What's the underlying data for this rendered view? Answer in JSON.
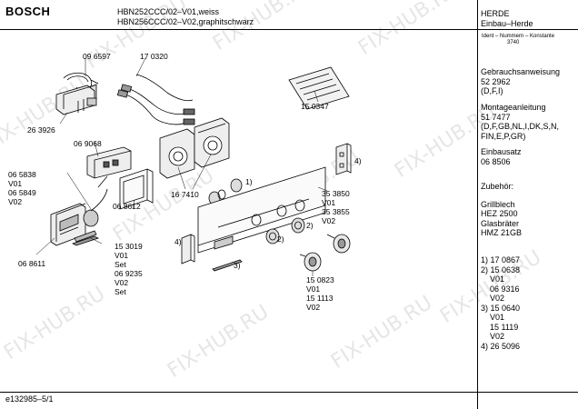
{
  "header": {
    "brand": "BOSCH",
    "model_line_1": "HBN252CCC/02–V01,weiss",
    "model_line_2": "HBN256CCC/02–V02,graphitschwarz"
  },
  "category": {
    "line_1": "HERDE",
    "line_2": "Einbau–Herde"
  },
  "ident": {
    "line_1": "Ident – Nummern – Konstante",
    "line_2": "3740"
  },
  "right_panel": {
    "manual_title": "Gebrauchsanweisung",
    "manual_number": "52 2962",
    "manual_langs": "(D,F,I)",
    "install_title": "Montageanleitung",
    "install_number": "51 7477",
    "install_langs_1": "(D,F,GB,NL,I,DK,S,N,",
    "install_langs_2": "FIN,E,P,GR)",
    "insert_title": "Einbausatz",
    "insert_number": "06 8506",
    "accessories_title": "Zubehör:",
    "acc_1_name": "Grillblech",
    "acc_1_code": "HEZ 2500",
    "acc_2_name": "Glasbräter",
    "acc_2_code": "HMZ 21GB",
    "notes": [
      "1) 17 0867",
      "2) 15 0638",
      "    V01",
      "    06 9316",
      "    V02",
      "3) 15 0640",
      "    V01",
      "    15 1119",
      "    V02",
      "4) 26 5096"
    ]
  },
  "part_labels": {
    "p096597": "09 6597",
    "p170320": "17 0320",
    "p150347": "15 0347",
    "p263926": "26 3926",
    "p069068": "06 9068",
    "p065838": "06 5838",
    "v01a": "V01",
    "p065849": "06 5849",
    "v02a": "V02",
    "p068612": "06 8612",
    "p167410": "16 7410",
    "n4a": "4)",
    "n1": "1)",
    "n2a": "2)",
    "n2b": "2)",
    "n4b": "4)",
    "n3": "3)",
    "p353850": "35 3850",
    "v01b": "V01",
    "p353855": "35 3855",
    "v02b": "V02",
    "p153019": "15 3019",
    "v01c": "V01",
    "set1": "Set",
    "p069235": "06 9235",
    "v02c": "V02",
    "set2": "Set",
    "p068611": "06 8611",
    "p150823": "15 0823",
    "v01d": "V01",
    "p151113": "15 1113",
    "v02d": "V02"
  },
  "footer": {
    "doc_id": "e132985–5/1"
  },
  "watermark": {
    "text": "FIX-HUB.RU"
  }
}
